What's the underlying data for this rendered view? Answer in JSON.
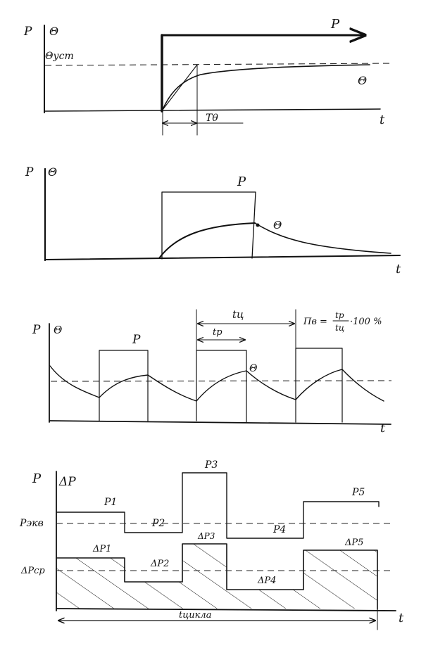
{
  "diagram1": {
    "power_label": "P",
    "temp_label": "Θ",
    "steady_label": "Θуст",
    "p_curve_label": "P",
    "theta_curve_label": "Θ",
    "tau_label": "Tθ",
    "time_label": "t"
  },
  "diagram2": {
    "power_label": "P",
    "temp_label": "Θ",
    "p_curve_label": "P",
    "theta_curve_label": "Θ",
    "time_label": "t"
  },
  "diagram3": {
    "power_label": "P",
    "temp_label": "Θ",
    "p_curve_label": "P",
    "theta_curve_label": "Θ",
    "cycle_label": "tц",
    "work_label": "tр",
    "duty_lhs": "Пв =",
    "duty_num": "tр",
    "duty_den": "tц",
    "duty_rhs": "·100 %",
    "time_label": "t"
  },
  "diagram4": {
    "power_label": "P",
    "loss_label": "ΔP",
    "p_eqv_label": "Pэкв",
    "dp_avg_label": "ΔPср",
    "p_levels": [
      "P1",
      "P2",
      "P3",
      "P4",
      "P5"
    ],
    "dp_levels": [
      "ΔP1",
      "ΔP2",
      "ΔP3",
      "ΔP4",
      "ΔP5"
    ],
    "cycle_label": "tцикла",
    "time_label": "t"
  }
}
